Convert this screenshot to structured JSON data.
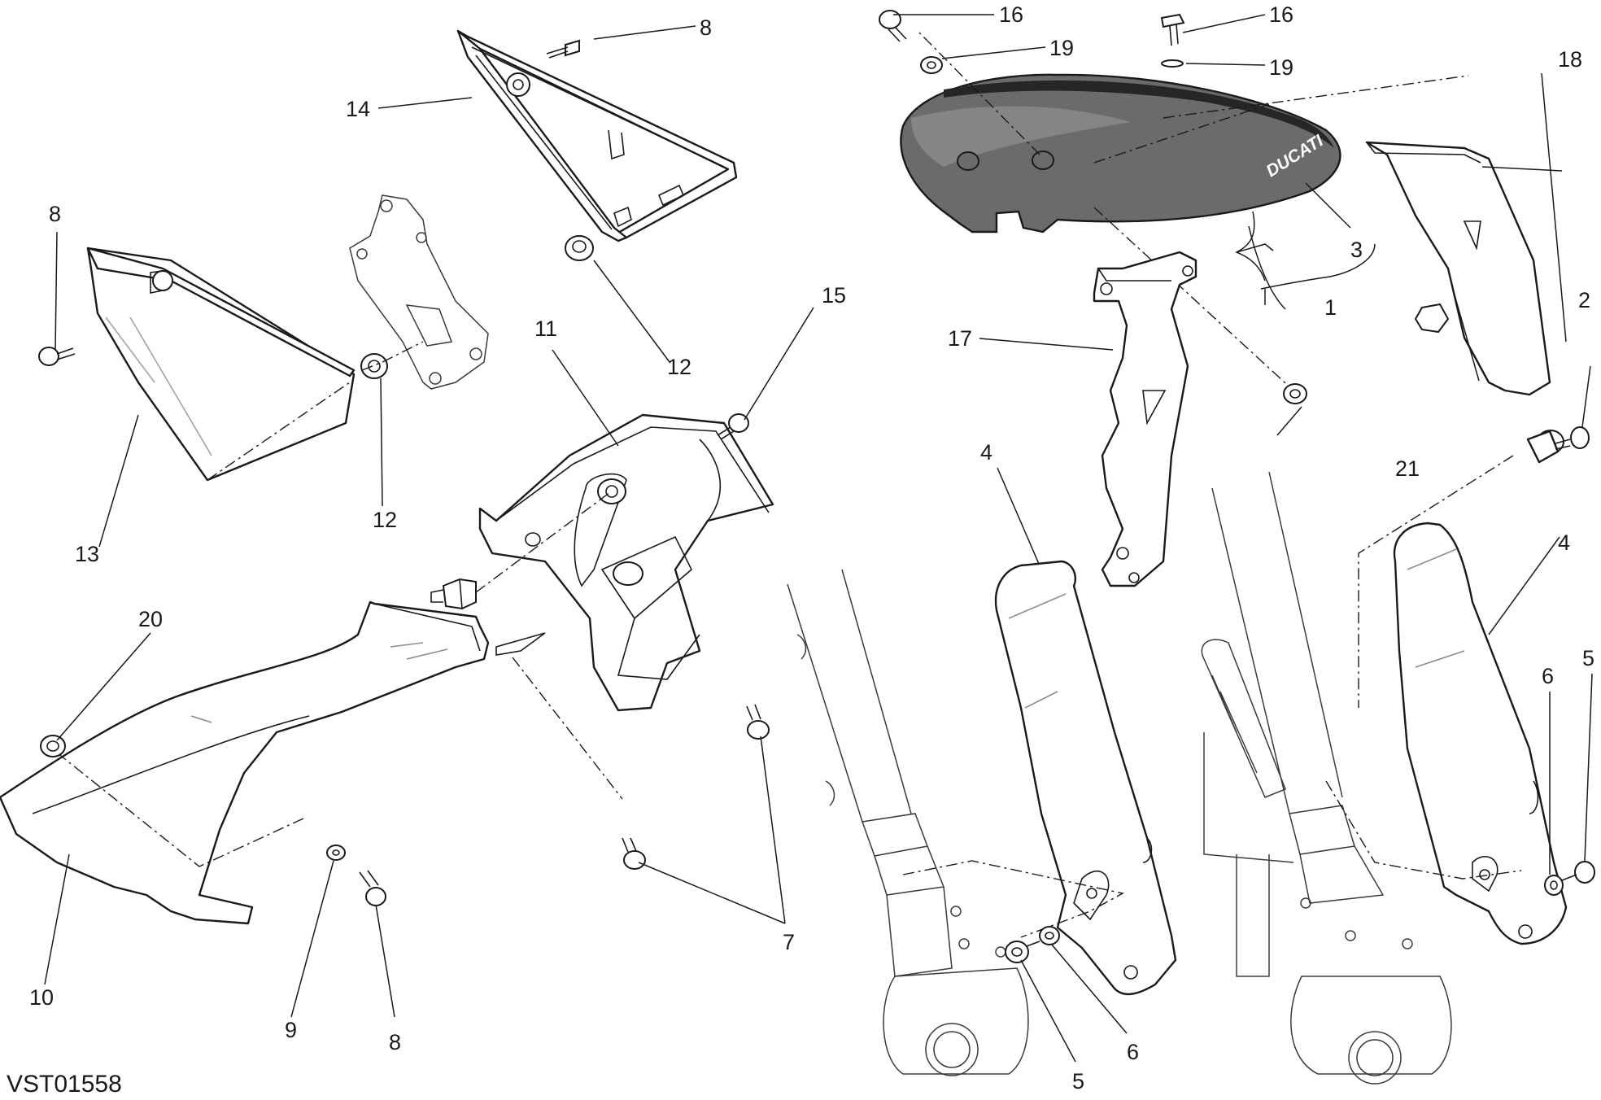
{
  "drawing_code": "VST01558",
  "brand_mark": "DUCATI",
  "callouts": {
    "c1": "1",
    "c2": "2",
    "c3": "3",
    "c4a": "4",
    "c4b": "4",
    "c5a": "5",
    "c5b": "5",
    "c6a": "6",
    "c6b": "6",
    "c7": "7",
    "c8a": "8",
    "c8b": "8",
    "c8c": "8",
    "c9": "9",
    "c10": "10",
    "c11": "11",
    "c12a": "12",
    "c12b": "12",
    "c13": "13",
    "c14": "14",
    "c15": "15",
    "c16a": "16",
    "c16b": "16",
    "c17": "17",
    "c18": "18",
    "c19a": "19",
    "c19b": "19",
    "c20": "20",
    "c21": "21"
  },
  "colors": {
    "line": "#1a1a1a",
    "fender_body": "#6b6b6b",
    "fender_stripe": "#262626",
    "fender_highlight": "#9a9a9a",
    "background": "#ffffff"
  }
}
